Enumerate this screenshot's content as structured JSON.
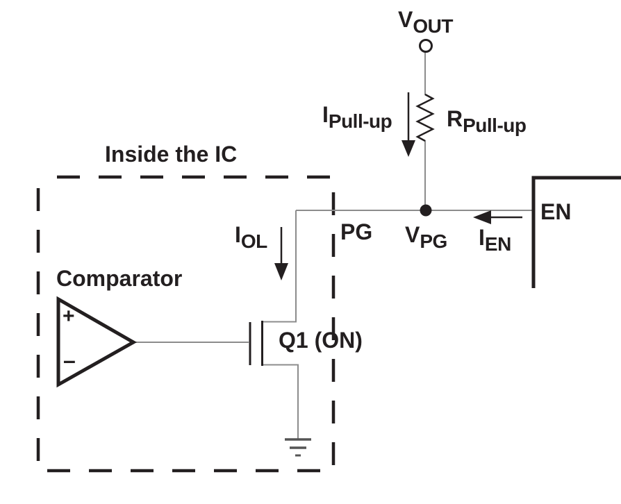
{
  "diagram": {
    "boundary_caption": "Inside the IC",
    "comparator_caption": "Comparator",
    "transistor_caption": "Q1 (ON)",
    "pin_pg": "PG",
    "pin_en": "EN",
    "plus": "+",
    "minus": "–",
    "net_vout": {
      "base": "V",
      "sub": "OUT"
    },
    "net_vpg": {
      "base": "V",
      "sub": "PG"
    },
    "current_pullup": {
      "base": "I",
      "sub": "Pull-up"
    },
    "resistor_pullup": {
      "base": "R",
      "sub": "Pull-up"
    },
    "current_en": {
      "base": "I",
      "sub": "EN"
    },
    "current_ol": {
      "base": "I",
      "sub": "OL"
    }
  },
  "colors": {
    "ink": "#231f20",
    "wire": "#8c8c8c",
    "ground": "#555555",
    "background": "#ffffff"
  }
}
